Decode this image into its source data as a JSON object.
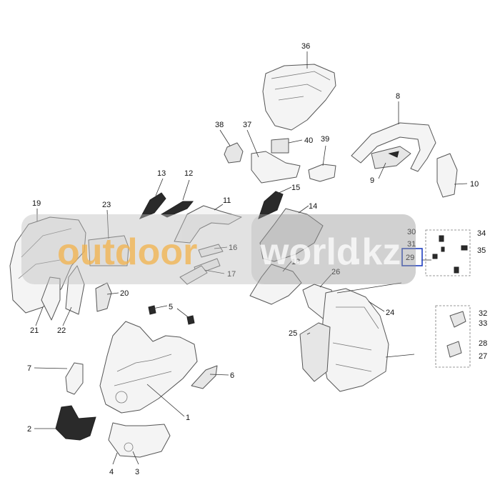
{
  "callouts": [
    "1",
    "2",
    "3",
    "4",
    "5",
    "6",
    "7",
    "8",
    "9",
    "10",
    "11",
    "12",
    "13",
    "14",
    "15",
    "16",
    "17",
    "18",
    "19",
    "20",
    "21",
    "22",
    "23",
    "24",
    "25",
    "26",
    "27",
    "28",
    "29",
    "30",
    "31",
    "32",
    "33",
    "34",
    "35",
    "36",
    "37",
    "38",
    "39",
    "40"
  ],
  "highlighted_callout": "29",
  "watermark": {
    "part1": "outdoor",
    "part2": "world",
    "part3": ".kz"
  },
  "colors": {
    "line": "#555555",
    "highlight": "#1f3fbf",
    "watermark_orange": "#f3b24a",
    "watermark_white": "#ffffff",
    "watermark_band": "#bfbfbf"
  }
}
